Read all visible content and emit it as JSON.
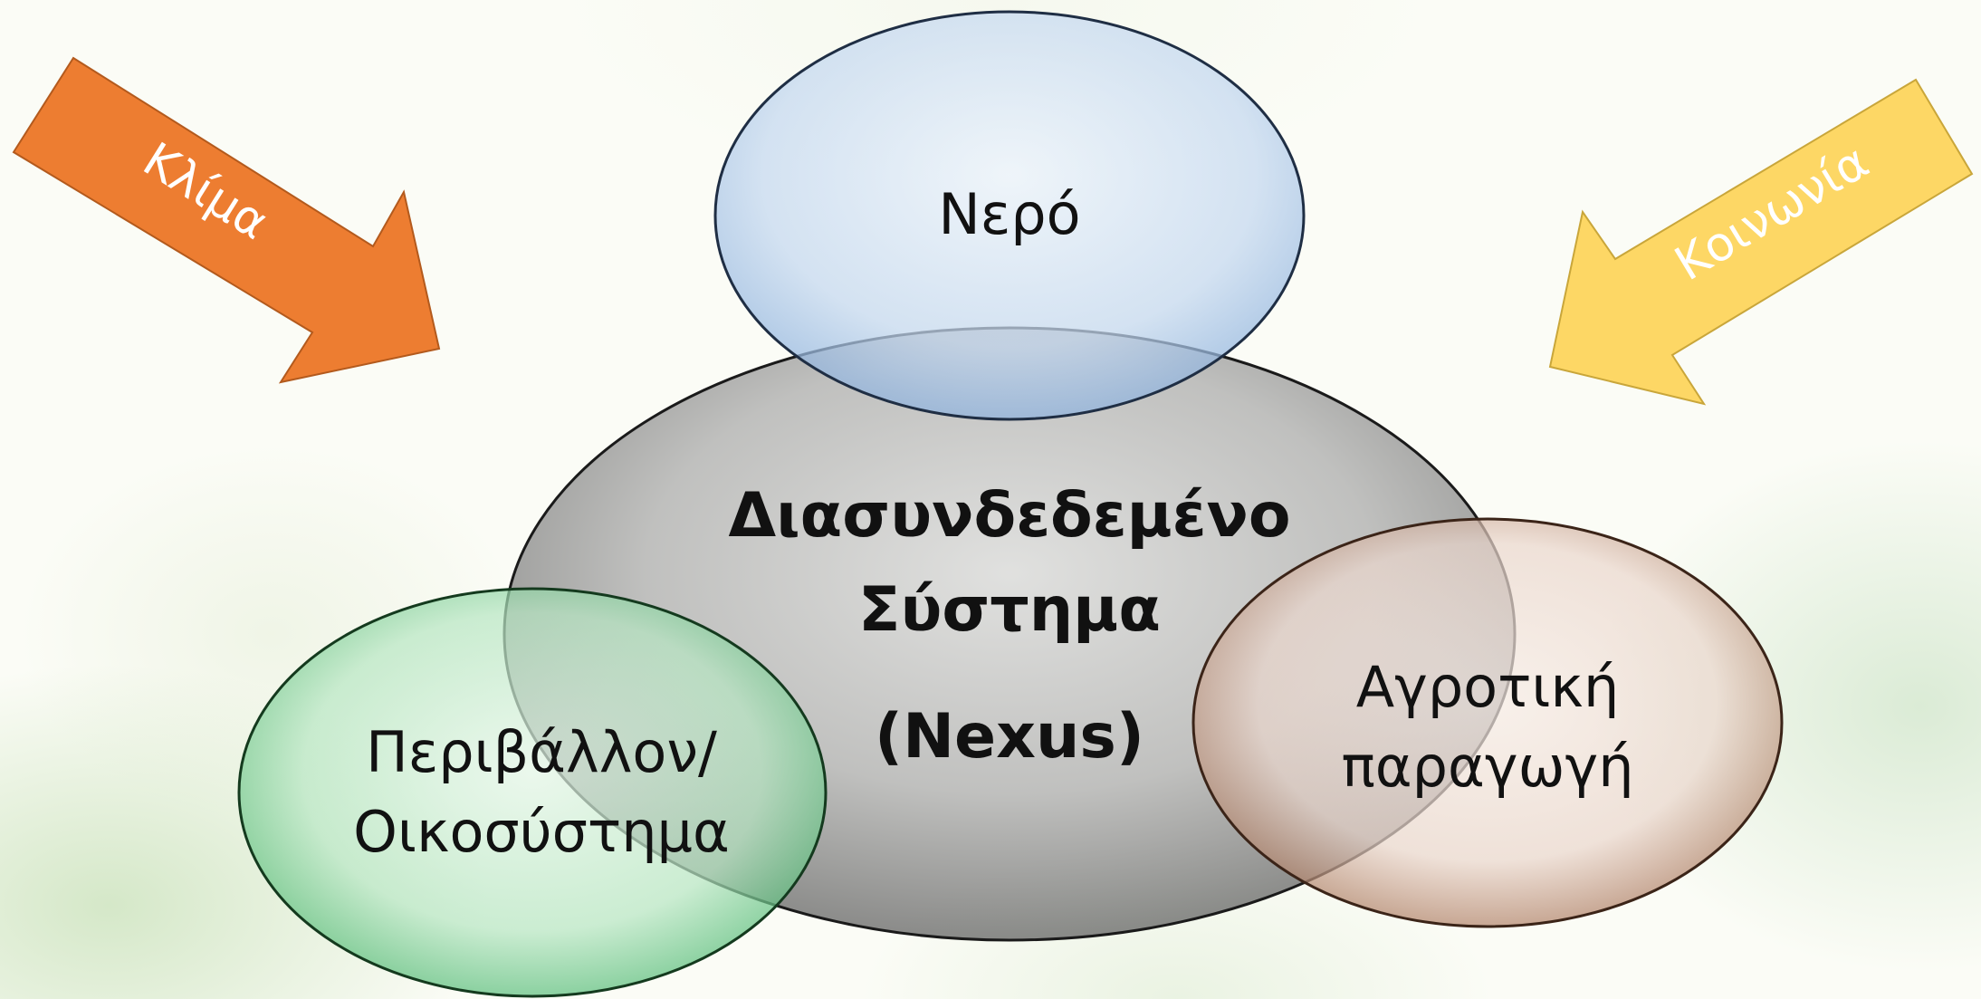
{
  "center": {
    "line1": "Διασυνδεδεμένο",
    "line2": "Σύστημα",
    "line3": "(Nexus)",
    "color": "#8a8a8a"
  },
  "nodes": {
    "water": {
      "label": "Νερό",
      "color": "#bcd2ee"
    },
    "environment": {
      "line1": "Περιβάλλον/",
      "line2": "Οικοσύστημα",
      "color": "#8fd6a0"
    },
    "agriculture": {
      "line1": "Αγροτική",
      "line2": "παραγωγή",
      "color": "#e5cfc4"
    }
  },
  "arrows": {
    "climate": {
      "label": "Κλίμα",
      "color": "#ed7d31"
    },
    "society": {
      "label": "Κοινωνία",
      "color": "#fdd765"
    }
  }
}
